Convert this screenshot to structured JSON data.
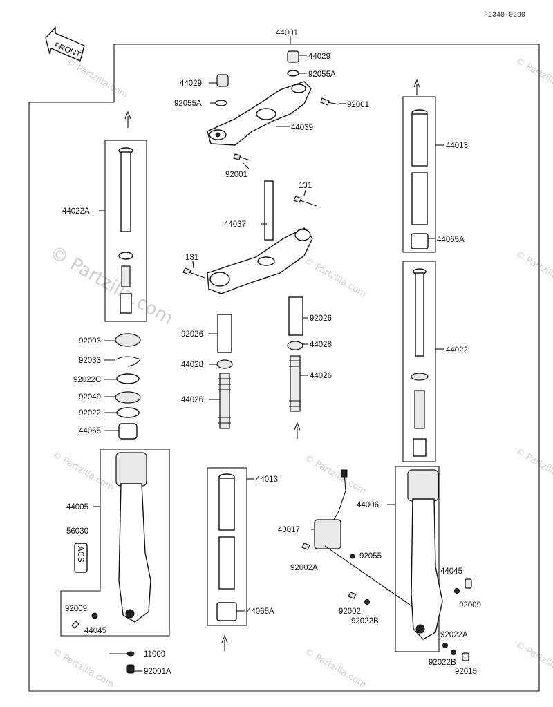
{
  "diagram_code": "F2340-0290",
  "front_label": "FRONT",
  "logo_text": "ACS",
  "watermark": {
    "main": "© Partzilla.com",
    "small": "© Partzilla.com"
  },
  "labels": {
    "l44001": "44001",
    "l44029a": "44029",
    "l92055Aa": "92055A",
    "l44029b": "44029",
    "l92055Ab": "92055A",
    "l92001a": "92001",
    "l44039": "44039",
    "l92001b": "92001",
    "l131a": "131",
    "l44037": "44037",
    "l131b": "131",
    "l44013a": "44013",
    "l44065Aa": "44065A",
    "l44022A": "44022A",
    "l44022": "44022",
    "l92093": "92093",
    "l92033": "92033",
    "l92022C": "92022C",
    "l92049": "92049",
    "l92022": "92022",
    "l44065": "44065",
    "l92026a": "92026",
    "l44028a": "44028",
    "l44026a": "44026",
    "l92026b": "92026",
    "l44028b": "44028",
    "l44026b": "44026",
    "l44005": "44005",
    "l56030": "56030",
    "l92009a": "92009",
    "l44045a": "44045",
    "l11009": "11009",
    "l92001A": "92001A",
    "l44013b": "44013",
    "l44065Ab": "44065A",
    "l43017": "43017",
    "l92002A": "92002A",
    "l92055": "92055",
    "l44006": "44006",
    "l44045b": "44045",
    "l92009b": "92009",
    "l92002": "92002",
    "l92022B": "92022B",
    "l92022A": "92022A",
    "l92022Bb": "92022B",
    "l92015": "92015"
  }
}
